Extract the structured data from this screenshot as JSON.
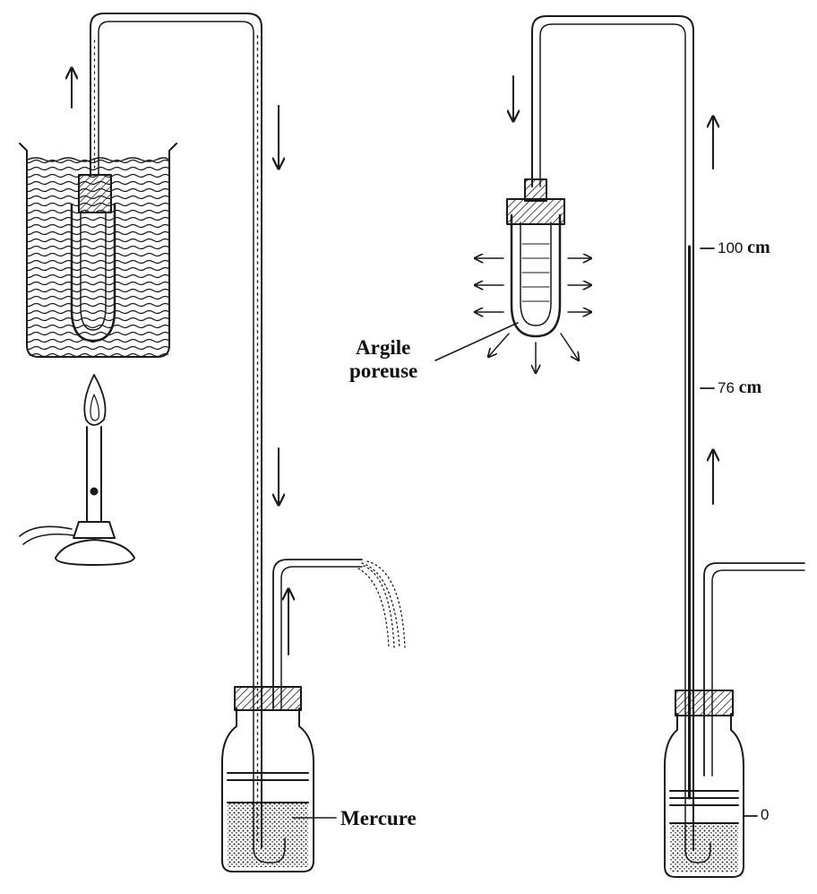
{
  "labels": {
    "argile_line1": "Argile",
    "argile_line2": "poreuse",
    "mercure": "Mercure",
    "mark_100_num": "100",
    "mark_100_unit": "cm",
    "mark_76_num": "76",
    "mark_76_unit": "cm",
    "mark_0": "0"
  },
  "colors": {
    "ink": "#1a1a1a",
    "background": "#ffffff"
  }
}
